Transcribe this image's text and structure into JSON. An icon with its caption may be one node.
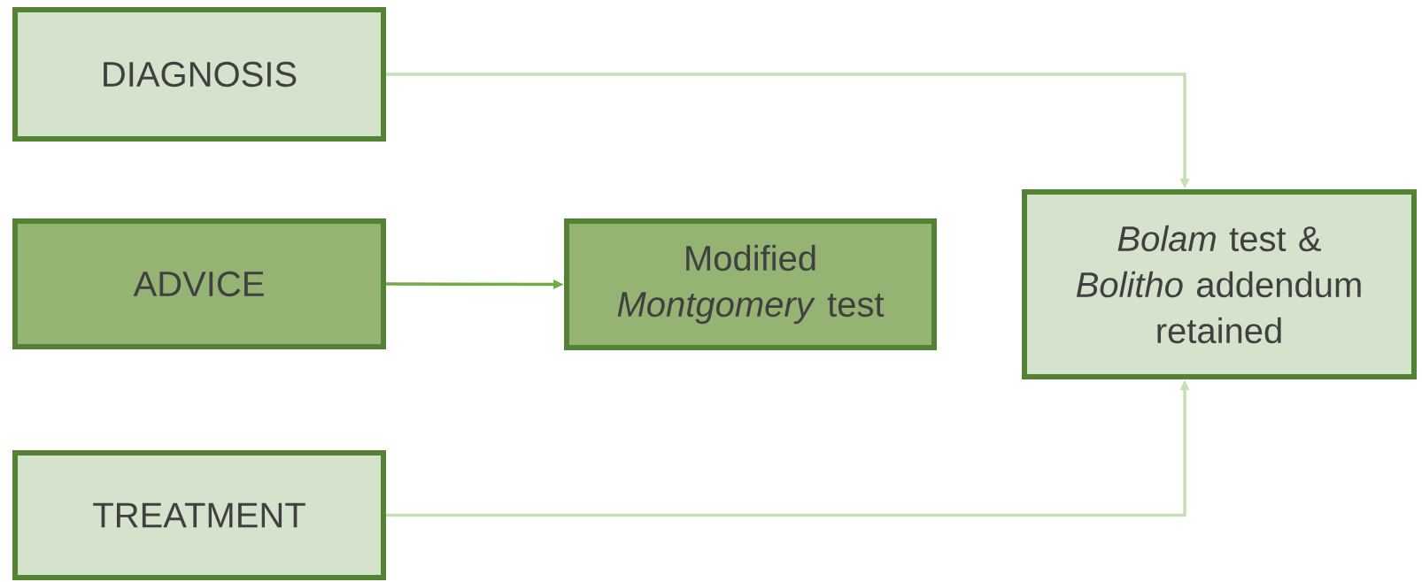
{
  "diagram": {
    "nodes": [
      {
        "text": [
          "DIAGNOSIS"
        ]
      },
      {
        "text": [
          "ADVICE"
        ]
      },
      {
        "text": [
          "TREATMENT"
        ]
      },
      {
        "text": [
          "Modified *Montgomery* test"
        ]
      },
      {
        "text": [
          "*Bolam* test & *Bolitho* addendum retained"
        ]
      }
    ],
    "edges": [
      {
        "from": 0,
        "to": 4,
        "arrow": "to"
      },
      {
        "from": 1,
        "to": 3,
        "arrow": "to",
        "color": "#70ad47"
      },
      {
        "from": 2,
        "to": 4,
        "arrow": "to"
      }
    ]
  }
}
